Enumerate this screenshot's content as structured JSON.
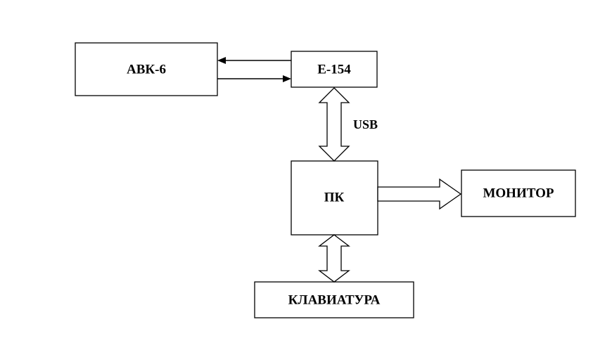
{
  "nodes": {
    "avk": {
      "label": "АВК-6"
    },
    "e154": {
      "label": "E-154"
    },
    "pc": {
      "label": "ПК"
    },
    "monitor": {
      "label": "МОНИТОР"
    },
    "keyboard": {
      "label": "КЛАВИАТУРА"
    }
  },
  "edges": [
    {
      "from": "e154",
      "to": "avk",
      "style": "line-arrow"
    },
    {
      "from": "avk",
      "to": "e154",
      "style": "line-arrow"
    },
    {
      "from": "e154",
      "to": "pc",
      "style": "hollow-double-arrow",
      "label": "USB"
    },
    {
      "from": "pc",
      "to": "monitor",
      "style": "hollow-arrow"
    },
    {
      "from": "pc",
      "to": "keyboard",
      "style": "hollow-double-arrow"
    }
  ],
  "colors": {
    "stroke": "#000000",
    "fill": "#ffffff",
    "text": "#000000"
  }
}
